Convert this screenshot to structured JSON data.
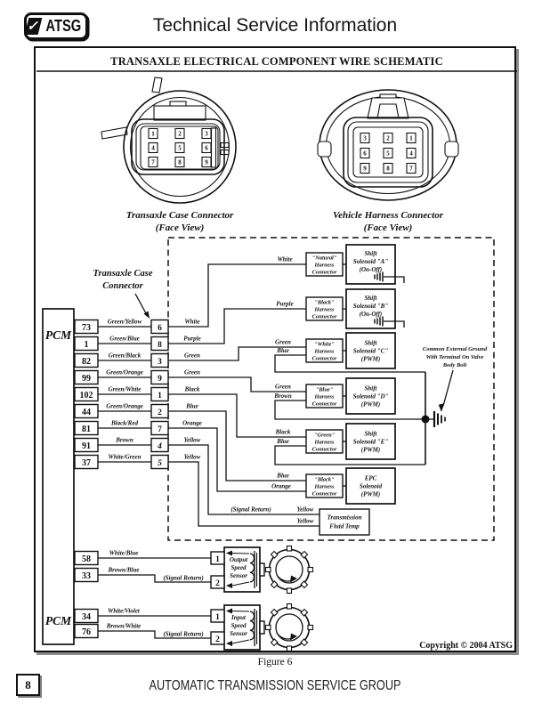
{
  "header": {
    "logo": "ATSG",
    "title": "Technical Service Information"
  },
  "figure": {
    "title": "TRANSAXLE ELECTRICAL COMPONENT WIRE SCHEMATIC",
    "caption": "Figure 6",
    "copyright": "Copyright © 2004 ATSG"
  },
  "connectors": {
    "case": {
      "name": "Transaxle Case Connector",
      "view": "(Face View)",
      "pins": [
        "1",
        "2",
        "3",
        "4",
        "5",
        "6",
        "7",
        "8",
        "9"
      ]
    },
    "harness": {
      "name": "Vehicle Harness Connector",
      "view": "(Face View)",
      "pins": [
        "3",
        "2",
        "1",
        "6",
        "5",
        "4",
        "9",
        "8",
        "7"
      ]
    }
  },
  "sch": {
    "pcm": "PCM",
    "pcm2": "PCM",
    "pointer": {
      "l1": "Transaxle Case",
      "l2": "Connector"
    },
    "rows": [
      {
        "pcm": "73",
        "wire": "Green/Yellow",
        "pin": "6",
        "inner": "White"
      },
      {
        "pcm": "1",
        "wire": "Green/Blue",
        "pin": "8",
        "inner": "Purple"
      },
      {
        "pcm": "82",
        "wire": "Green/Black",
        "pin": "3",
        "inner": "Green"
      },
      {
        "pcm": "99",
        "wire": "Green/Orange",
        "pin": "9",
        "inner": "Green"
      },
      {
        "pcm": "102",
        "wire": "Green/White",
        "pin": "1",
        "inner": "Black"
      },
      {
        "pcm": "44",
        "wire": "Green/Orange",
        "pin": "2",
        "inner": "Blue"
      },
      {
        "pcm": "81",
        "wire": "Black/Red",
        "pin": "7",
        "inner": "Orange"
      },
      {
        "pcm": "91",
        "wire": "Brown",
        "pin": "4",
        "inner": "Yellow"
      },
      {
        "pcm": "37",
        "wire": "White/Green",
        "pin": "5",
        "inner": "Yellow"
      }
    ],
    "sol": [
      {
        "w1": "White",
        "hc1": "\"Natural\"",
        "hc2": "Harness",
        "hc3": "Connector",
        "d1": "Shift",
        "d2": "Solenoid \"A\"",
        "d3": "(On-Off)"
      },
      {
        "w1": "Purple",
        "hc1": "\"Black\"",
        "hc2": "Harness",
        "hc3": "Connector",
        "d1": "Shift",
        "d2": "Solenoid \"B\"",
        "d3": "(On-Off)"
      },
      {
        "w1": "Green",
        "w2": "Blue",
        "hc1": "\"White\"",
        "hc2": "Harness",
        "hc3": "Connector",
        "d1": "Shift",
        "d2": "Solenoid \"C\"",
        "d3": "(PWM)"
      },
      {
        "w1": "Green",
        "w2": "Brown",
        "hc1": "\"Blue\"",
        "hc2": "Harness",
        "hc3": "Connector",
        "d1": "Shift",
        "d2": "Solenoid \"D\"",
        "d3": "(PWM)"
      },
      {
        "w1": "Black",
        "w2": "Blue",
        "hc1": "\"Green\"",
        "hc2": "Harness",
        "hc3": "Connector",
        "d1": "Shift",
        "d2": "Solenoid \"E\"",
        "d3": "(PWM)"
      },
      {
        "w1": "Blue",
        "w2": "Orange",
        "hc1": "\"Black\"",
        "hc2": "Harness",
        "hc3": "Connector",
        "d1": "EPC",
        "d2": "Solenoid",
        "d3": "(PWM)"
      }
    ],
    "ground": {
      "l1": "Common External Ground",
      "l2": "With Terminal On Valve",
      "l3": "Body Bolt"
    },
    "tft": {
      "ret": "(Signal Return)",
      "w1": "Yellow",
      "w2": "Yellow",
      "d1": "Transmission",
      "d2": "Fluid Temp"
    },
    "sensors": [
      {
        "p1": "58",
        "w1": "White/Blue",
        "p2": "33",
        "w2": "Brown/Blue",
        "ret": "(Signal Return)",
        "t1": "1",
        "t2": "2",
        "n1": "Output",
        "n2": "Speed",
        "n3": "Sensor"
      },
      {
        "p1": "34",
        "w1": "White/Violet",
        "p2": "76",
        "w2": "Brown/White",
        "ret": "(Signal Return)",
        "t1": "1",
        "t2": "2",
        "n1": "Input",
        "n2": "Speed",
        "n3": "Sensor"
      }
    ]
  },
  "footer": {
    "page": "8",
    "org": "AUTOMATIC TRANSMISSION SERVICE GROUP"
  }
}
